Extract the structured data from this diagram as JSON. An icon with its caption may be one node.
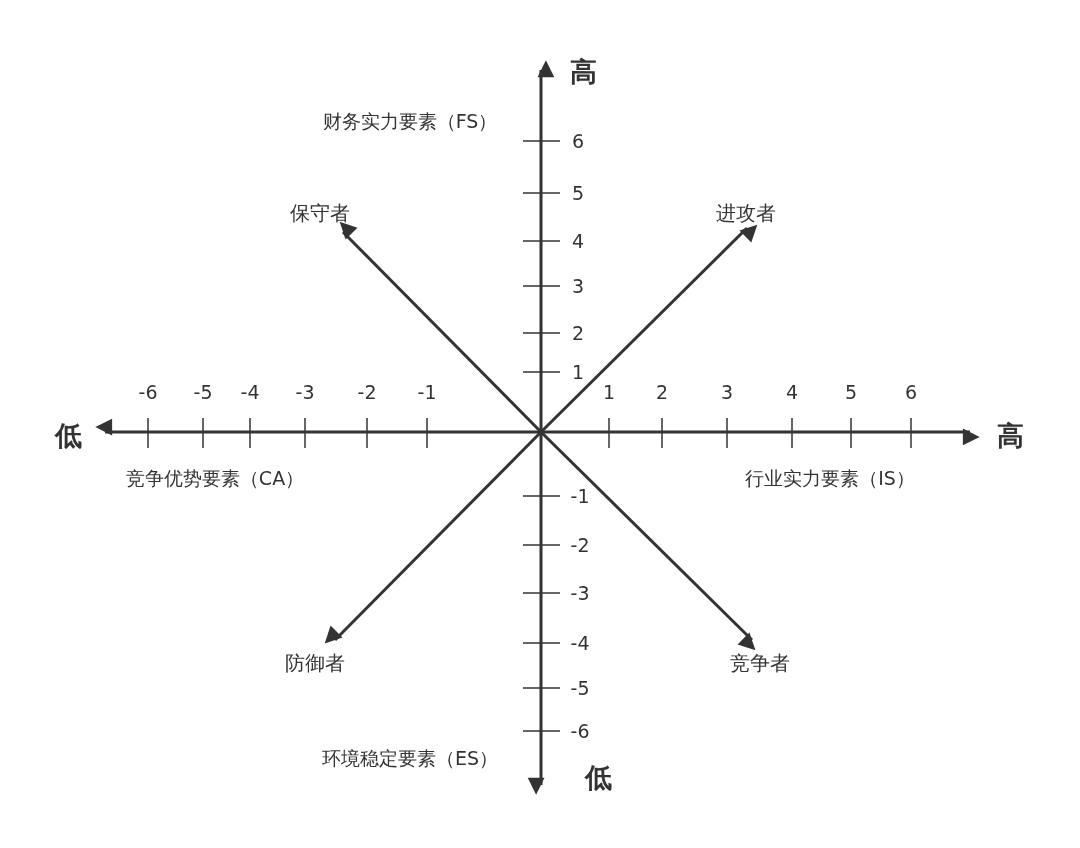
{
  "diagram": {
    "nodes": [
      {
        "text": [
          "保守者"
        ]
      },
      {
        "text": [
          "进攻者"
        ]
      },
      {
        "text": [
          "防御者"
        ]
      },
      {
        "text": [
          "竞争者"
        ]
      }
    ],
    "edges": [
      {
        "from": null,
        "to": 0,
        "arrow": "to"
      },
      {
        "from": null,
        "to": 1,
        "arrow": "to"
      },
      {
        "from": null,
        "to": 2,
        "arrow": "to"
      },
      {
        "from": null,
        "to": 3,
        "arrow": "to"
      }
    ],
    "labels": [
      "高",
      "财务实力要素（FS）",
      "6",
      "5",
      "4",
      "3",
      "2",
      "1",
      "-6",
      "-5",
      "-4",
      "-3",
      "-2",
      "-1",
      "1",
      "2",
      "3",
      "4",
      "5",
      "6",
      "低",
      "高",
      "竞争优势要素（CA）",
      "行业实力要素（IS）",
      "-1",
      "-2",
      "-3",
      "-4",
      "-5",
      "-6",
      "环境稳定要素（ES）",
      "低"
    ]
  }
}
